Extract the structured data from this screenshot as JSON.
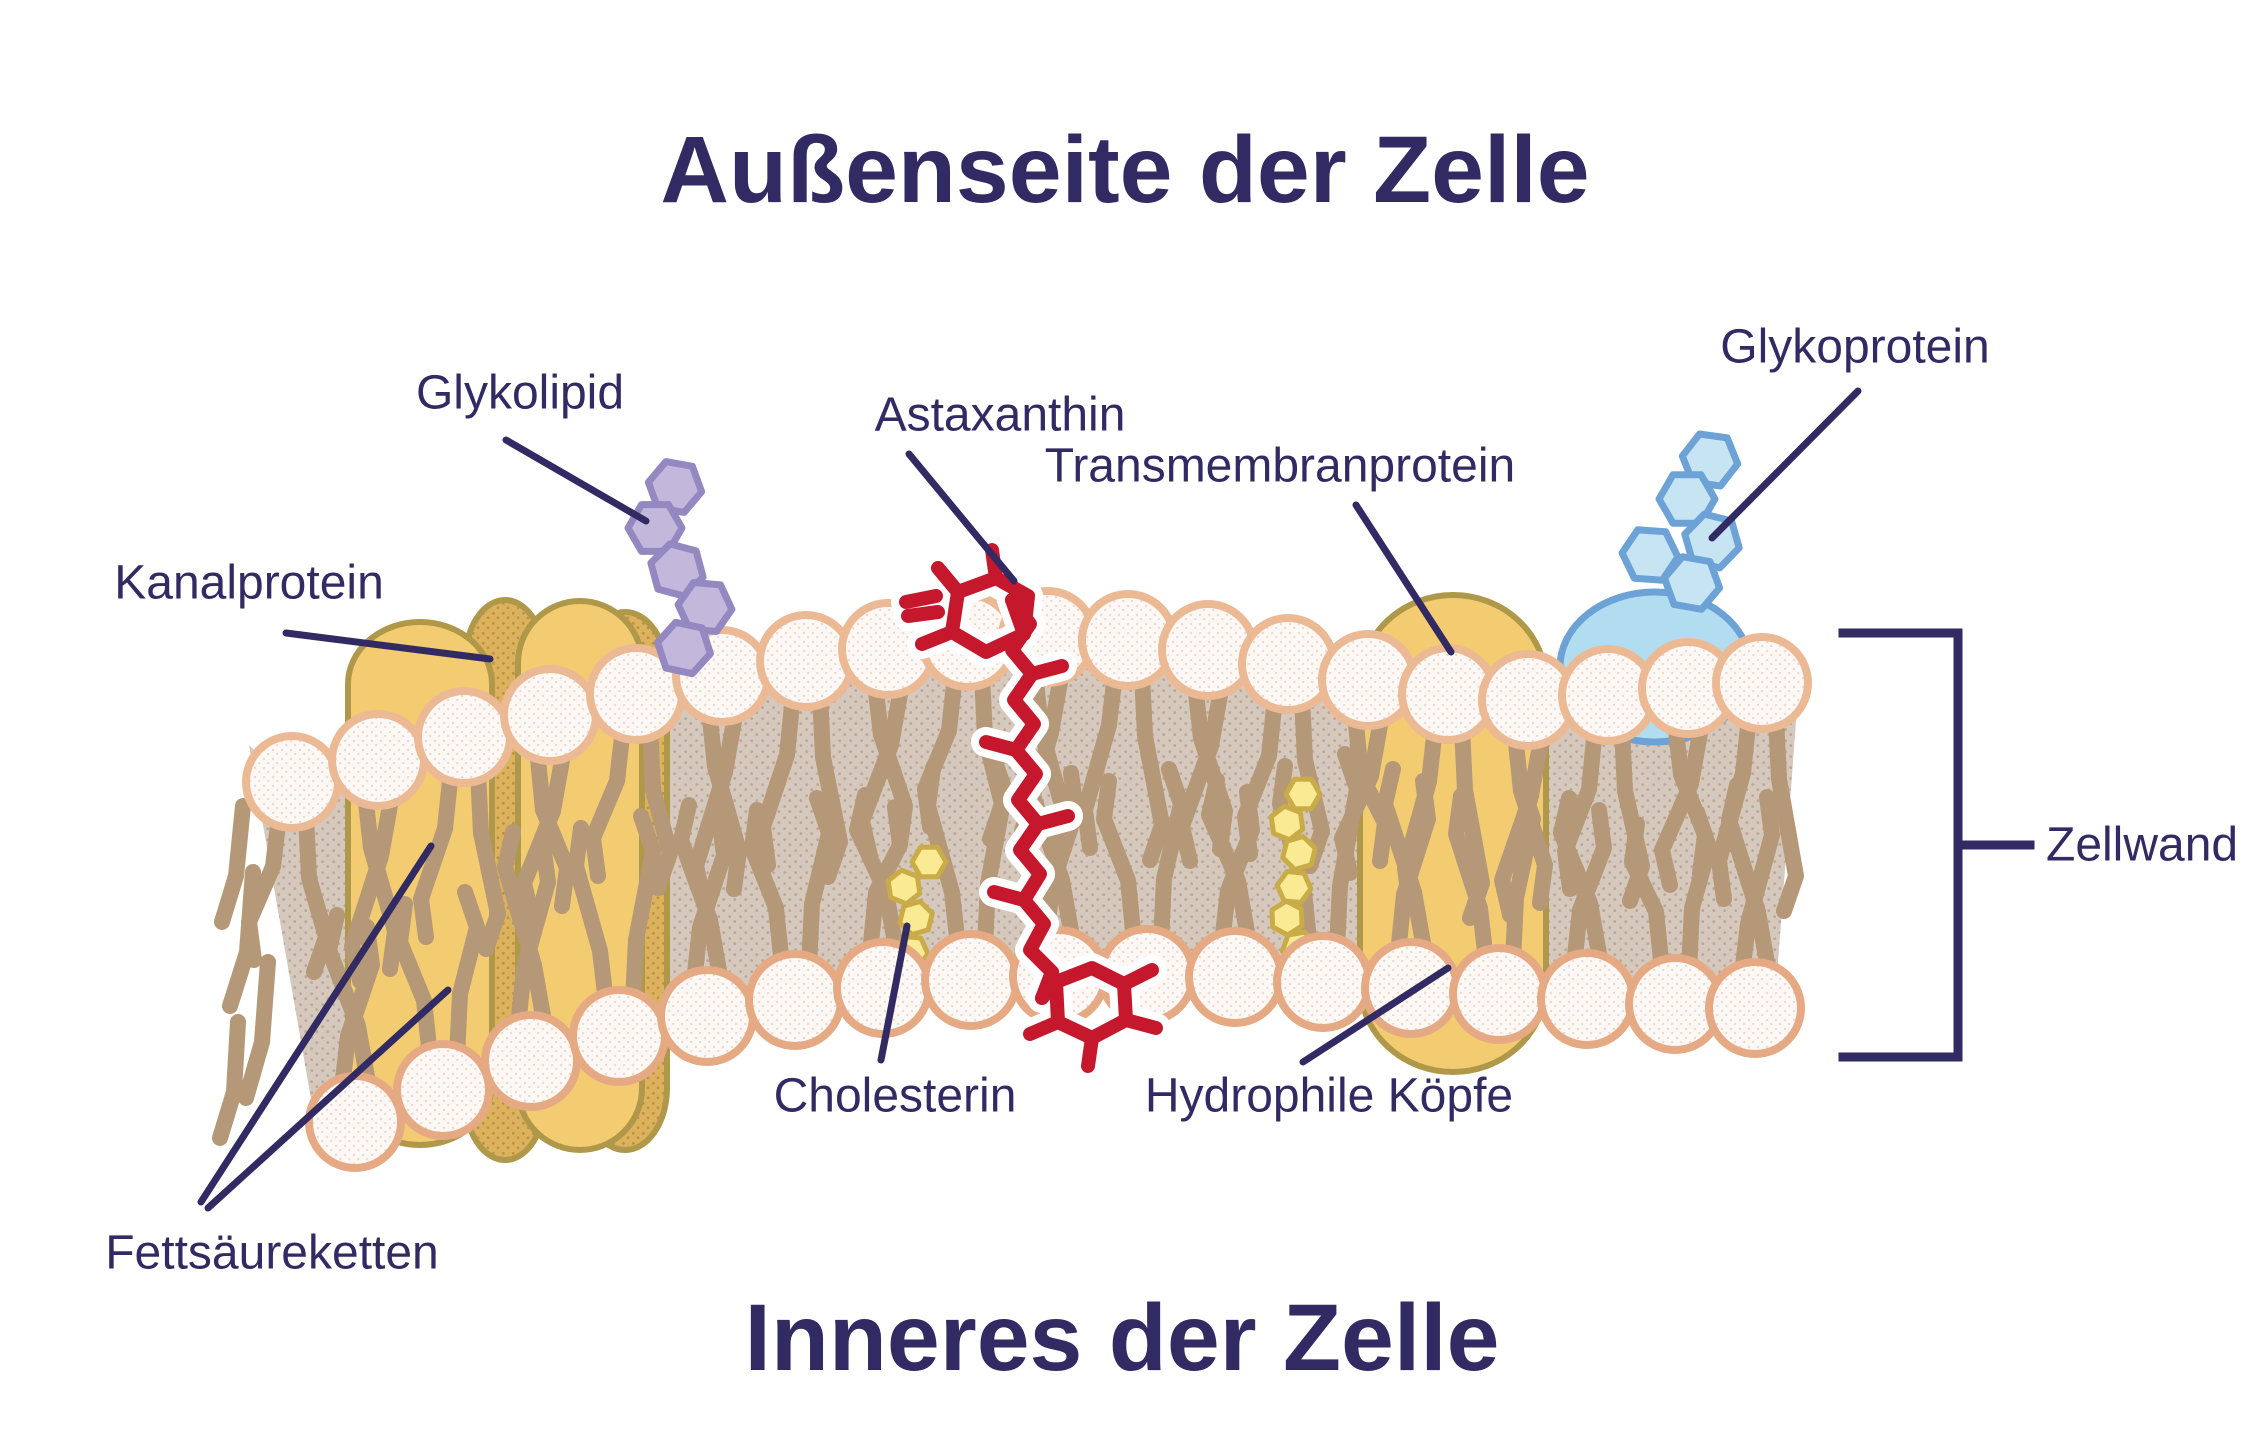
{
  "titles": {
    "top": "Außenseite der Zelle",
    "bottom": "Inneres der Zelle"
  },
  "labels": {
    "glykolipid": "Glykolipid",
    "astaxanthin": "Astaxanthin",
    "transmembranprotein": "Transmembranprotein",
    "glykoprotein": "Glykoprotein",
    "kanalprotein": "Kanalprotein",
    "zellwand": "Zellwand",
    "cholesterin": "Cholesterin",
    "hydrophile_koepfe": "Hydrophile Köpfe",
    "fettsaeureketten": "Fettsäureketten"
  },
  "colors": {
    "background": "#ffffff",
    "navy": "#322b63",
    "headFill": "#fcf8f5",
    "headDot": "#f0d9cb",
    "headStrokeTop": "#ecb995",
    "headStrokeBottom": "#e5aa84",
    "bandFill": "#d5c8bc",
    "bandDot": "#bfa698",
    "tail": "#b49877",
    "proteinFill": "#f3cb71",
    "proteinStroke": "#b0984a",
    "poreFill": "#dcb25e",
    "poreDot": "#bc9340",
    "glycolipidFill": "#c3b7dc",
    "glycolipidStroke": "#9488c1",
    "glycoproteinFill": "#c6e4f2",
    "glycoproteinStroke": "#6da2d7",
    "domeFill": "#b2ddf0",
    "cholesterolFill": "#faea94",
    "cholesterolStroke": "#c9ab48",
    "astaxanthinRed": "#c5182c",
    "astaxanthinCasing": "#ffffff"
  }
}
